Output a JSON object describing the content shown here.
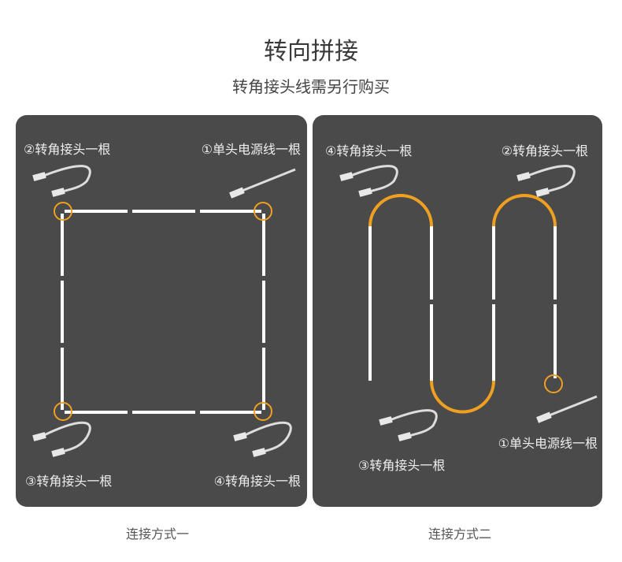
{
  "title": "转向拼接",
  "subtitle": "转角接头线需另行购买",
  "panel1": {
    "labels": [
      "②转角接头一根",
      "①单头电源线一根",
      "③转角接头一根",
      "④转角接头一根"
    ],
    "caption": "连接方式一"
  },
  "panel2": {
    "labels": [
      "④转角接头一根",
      "②转角接头一根",
      "①单头电源线一根",
      "③转角接头一根"
    ],
    "caption": "连接方式二"
  },
  "colors": {
    "panel": "#4a4a4a",
    "accent": "#f0a020",
    "strip": "#ffffff"
  }
}
